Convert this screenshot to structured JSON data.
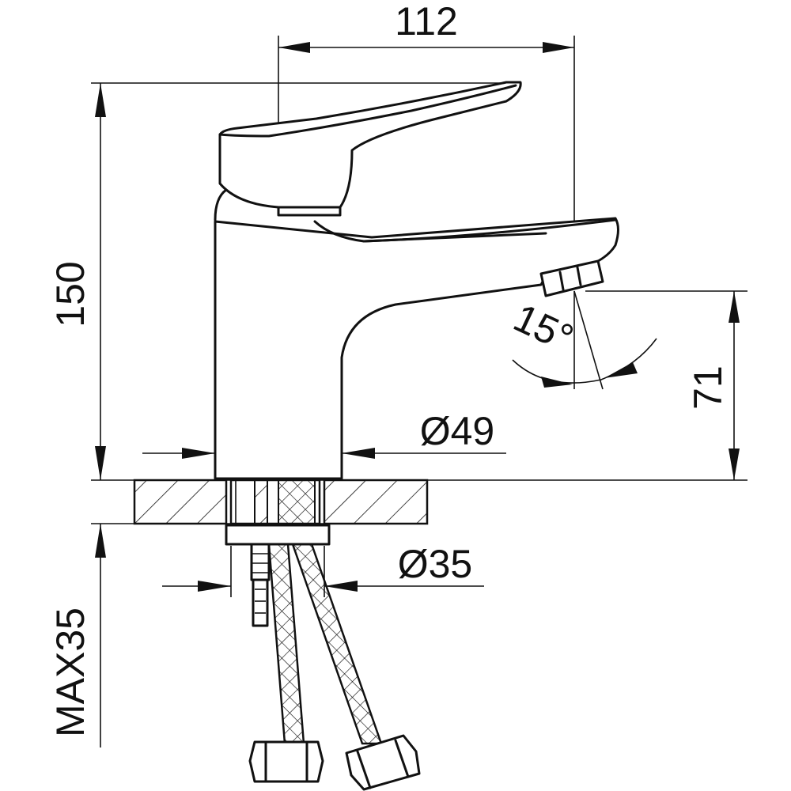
{
  "dimensions": {
    "width": "112",
    "height": "150",
    "spout_height": "71",
    "body_diameter": "Ø49",
    "hole_diameter": "Ø35",
    "max_thickness": "MAX35",
    "spray_angle": "15°"
  }
}
